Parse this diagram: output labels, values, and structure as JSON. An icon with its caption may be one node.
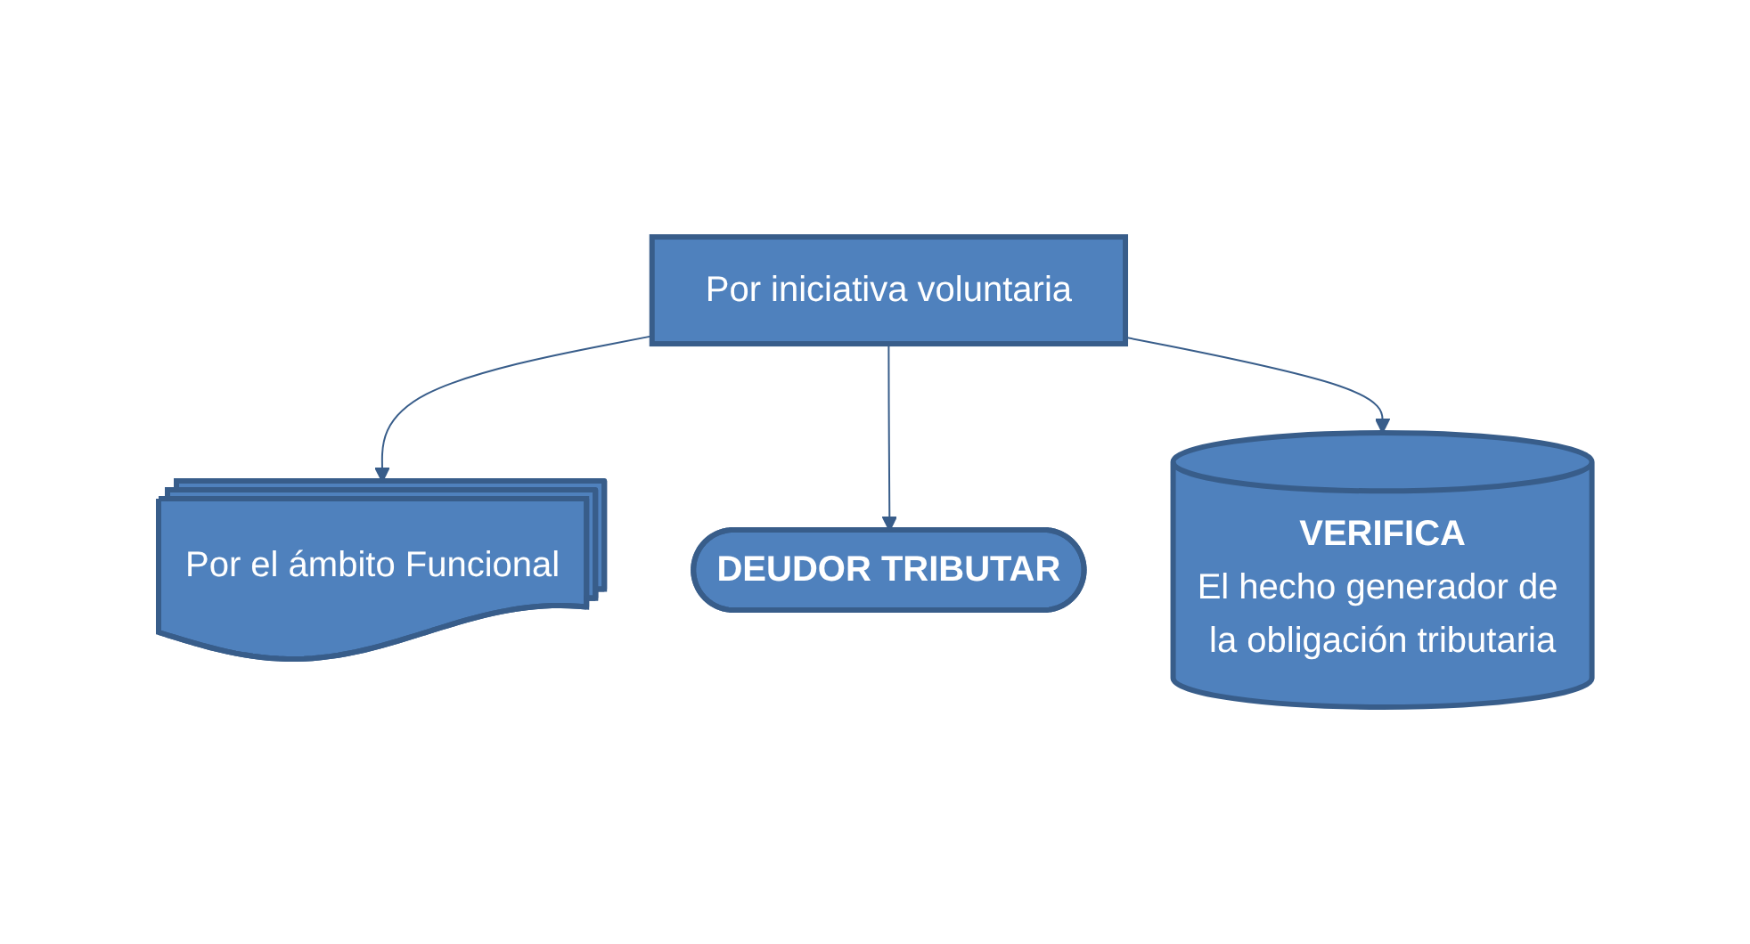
{
  "diagram": {
    "nodes": [
      {
        "text": [
          "Por iniciativa voluntaria"
        ]
      },
      {
        "text": [
          "Por el ámbito Funcional"
        ]
      },
      {
        "text": [
          "DEUDOR TRIBUTAR"
        ]
      },
      {
        "text": [
          "VERIFICA",
          "El hecho generador de la obligación tributaria"
        ]
      }
    ],
    "edges": [
      {
        "from": 0,
        "to": 1,
        "arrow": "to"
      },
      {
        "from": 0,
        "to": 2,
        "arrow": "to"
      },
      {
        "from": 0,
        "to": 3,
        "arrow": "to"
      }
    ]
  }
}
